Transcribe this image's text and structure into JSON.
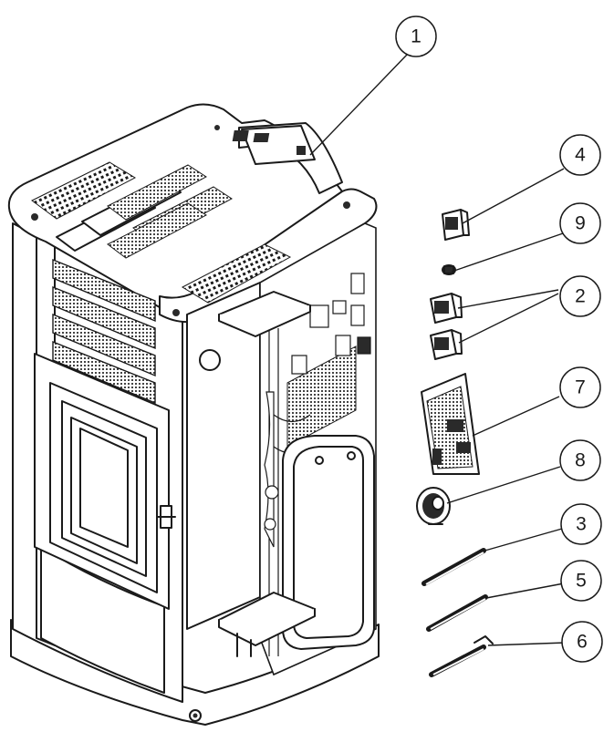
{
  "callouts": [
    {
      "id": "1",
      "label": "1"
    },
    {
      "id": "4",
      "label": "4"
    },
    {
      "id": "9",
      "label": "9"
    },
    {
      "id": "2",
      "label": "2"
    },
    {
      "id": "7",
      "label": "7"
    },
    {
      "id": "8",
      "label": "8"
    },
    {
      "id": "3",
      "label": "3"
    },
    {
      "id": "5",
      "label": "5"
    },
    {
      "id": "6",
      "label": "6"
    }
  ],
  "colors": {
    "line": "#1a1a1a",
    "background": "#ffffff"
  }
}
